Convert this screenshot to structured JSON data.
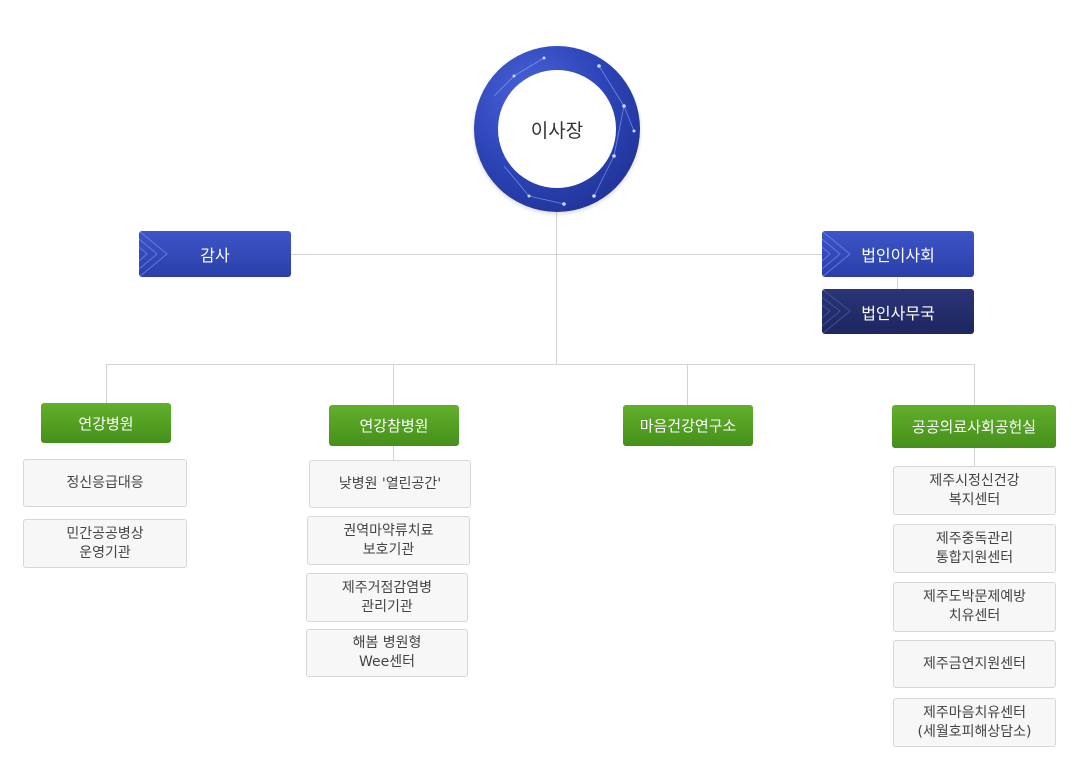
{
  "chairman": "이사장",
  "audit": "감사",
  "board": "법인이사회",
  "secretariat": "법인사무국",
  "divisions": [
    {
      "name": "연강병원",
      "subs": [
        "정신응급대응",
        "민간공공병상\n운영기관"
      ]
    },
    {
      "name": "연강참병원",
      "subs": [
        "낮병원 '열린공간'",
        "권역마약류치료\n보호기관",
        "제주거점감염병\n관리기관",
        "해봄 병원형\nWee센터"
      ]
    },
    {
      "name": "마음건강연구소",
      "subs": []
    },
    {
      "name": "공공의료사회공헌실",
      "subs": [
        "제주시정신건강\n복지센터",
        "제주중독관리\n통합지원센터",
        "제주도박문제예방\n치유센터",
        "제주금연지원센터",
        "제주마음치유센터\n(세월호피해상담소)"
      ]
    }
  ]
}
